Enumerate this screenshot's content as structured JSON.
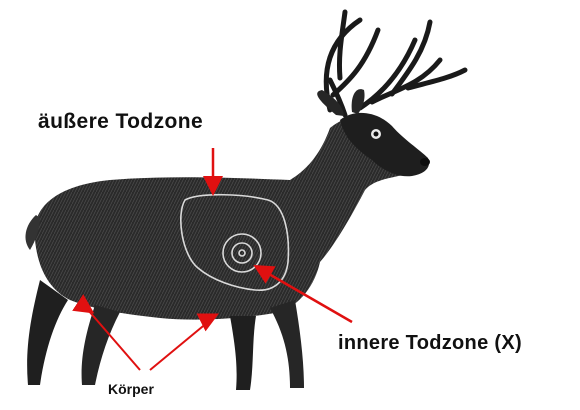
{
  "labels": {
    "outer_kill_zone": "äußere Todzone",
    "inner_kill_zone": "innere Todzone (X)",
    "body": "Körper"
  },
  "colors": {
    "arrow": "#e01010",
    "deer_body": "#2b2b2b",
    "zone_ring": "#d9d9d9",
    "background": "#ffffff"
  }
}
